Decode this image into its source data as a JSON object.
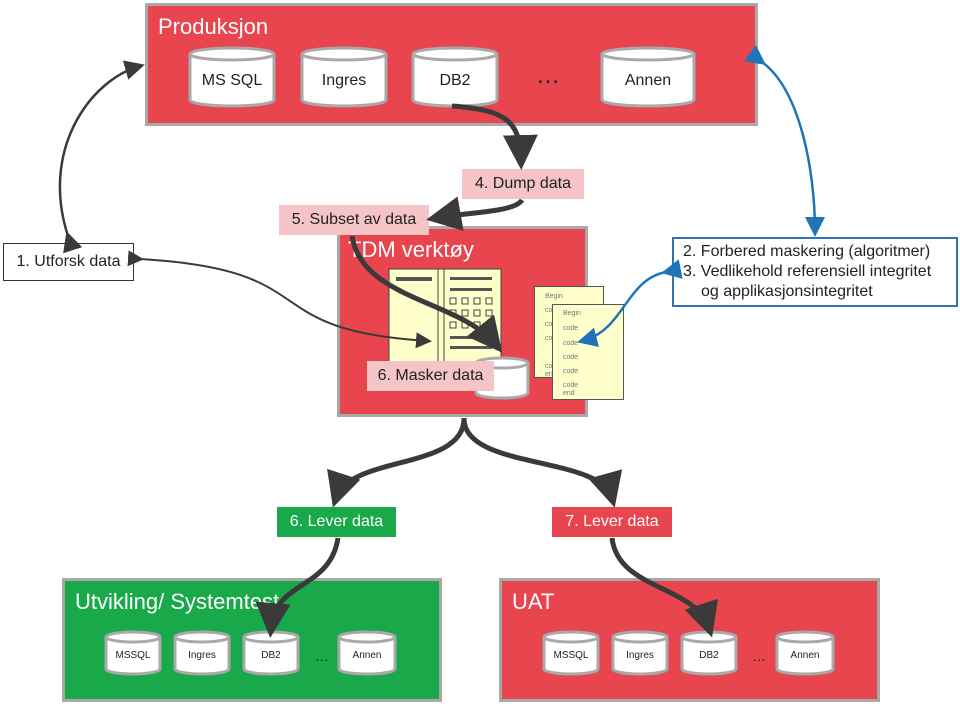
{
  "colors": {
    "red": "#e8454f",
    "green": "#19a84a",
    "pink": "#f4c4c6",
    "arrow_dark": "#3a3a3a",
    "arrow_blue": "#1f73b7",
    "blue_border": "#2e75b6"
  },
  "production": {
    "title": "Produksjon",
    "db1": "MS SQL",
    "db2": "Ingres",
    "db3": "DB2",
    "ellipsis": "…",
    "db4": "Annen"
  },
  "tdm": {
    "title": "TDM verktøy",
    "mask_label": "6. Masker data"
  },
  "code_paper_back": {
    "lines": [
      "Begin",
      "code",
      "code",
      "code",
      "code",
      "end"
    ]
  },
  "code_paper_front": {
    "lines": [
      "Begin",
      "code",
      "code",
      "code",
      "code",
      "code",
      "end"
    ]
  },
  "labels": {
    "dump": "4. Dump data",
    "subset": "5. Subset av data",
    "explore": "1. Utforsk data",
    "prepare_line1": "2. Forbered maskering (algoritmer)",
    "prepare_line2": "3. Vedlikehold referensiell integritet",
    "prepare_line3": "og applikasjonsintegritet",
    "deliver_dev": "6. Lever data",
    "deliver_uat": "7. Lever data"
  },
  "dev": {
    "title": "Utvikling/ Systemtest",
    "db1": "MSSQL",
    "db2": "Ingres",
    "db3": "DB2",
    "ellipsis": "…",
    "db4": "Annen"
  },
  "uat": {
    "title": "UAT",
    "db1": "MSSQL",
    "db2": "Ingres",
    "db3": "DB2",
    "ellipsis": "…",
    "db4": "Annen"
  },
  "icons": [
    "database-icon",
    "document-form-icon",
    "code-paper-icon",
    "arrow-icon"
  ]
}
